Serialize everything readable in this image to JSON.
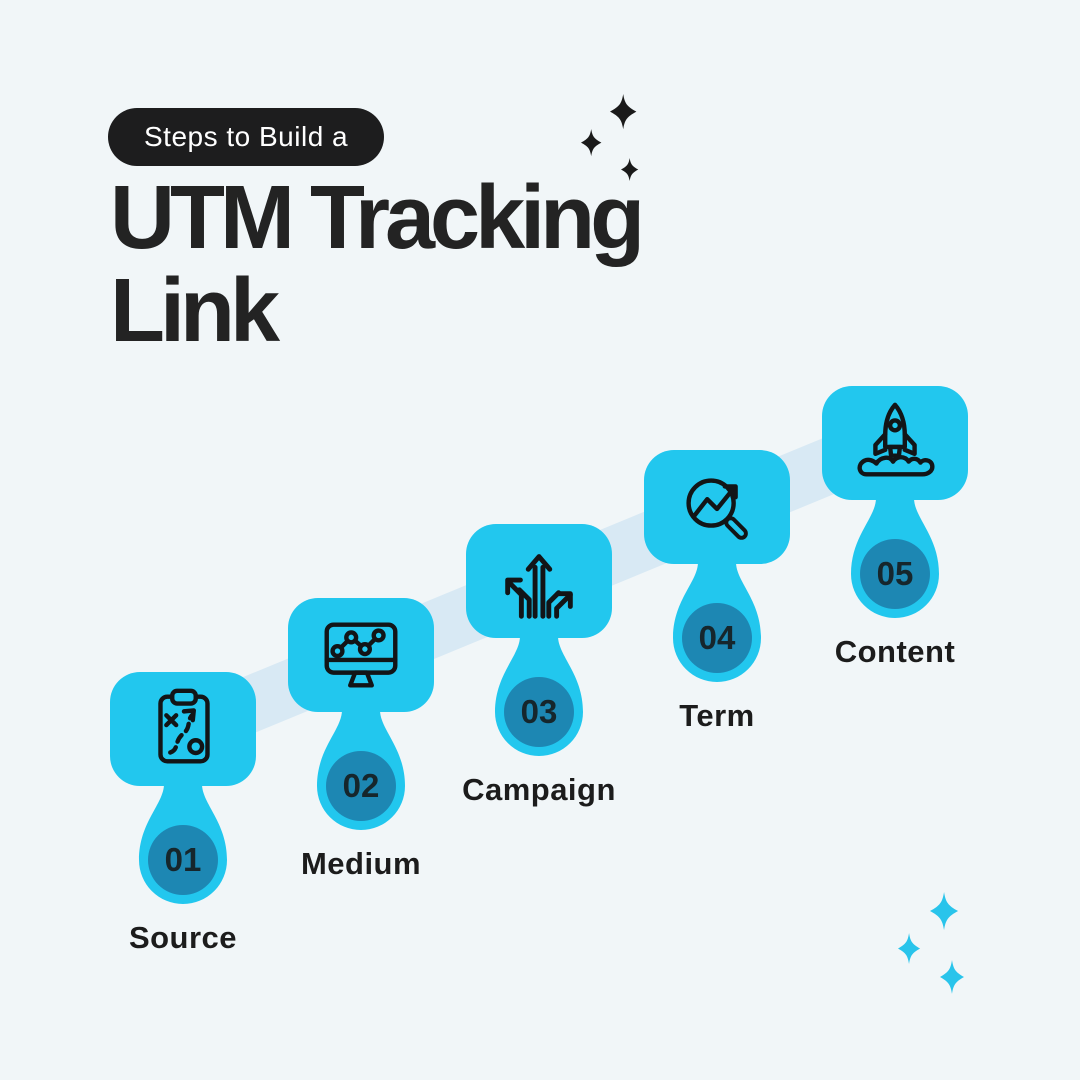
{
  "badge": {
    "label": "Steps to Build a"
  },
  "title": {
    "line1": "UTM Tracking",
    "line2": "Link"
  },
  "steps": [
    {
      "number": "01",
      "label": "Source",
      "icon": "strategy-clipboard-icon"
    },
    {
      "number": "02",
      "label": "Medium",
      "icon": "monitor-analytics-icon"
    },
    {
      "number": "03",
      "label": "Campaign",
      "icon": "diverging-arrows-icon"
    },
    {
      "number": "04",
      "label": "Term",
      "icon": "search-trends-icon"
    },
    {
      "number": "05",
      "label": "Content",
      "icon": "rocket-launch-icon"
    }
  ],
  "decorations": {
    "top_sparkles": "black-sparkle-cluster",
    "bottom_sparkles": "cyan-sparkle-cluster"
  },
  "colors": {
    "background": "#F1F6F8",
    "accent_cyan": "#22C7EE",
    "number_circle_fill": "#1D87B3",
    "connector_band": "#D8E9F4",
    "badge_background": "#1D1D1E",
    "badge_text": "#FFFFFF",
    "text_dark": "#232323",
    "icon_stroke": "#121517",
    "sparkle_black": "#1A1A1A",
    "sparkle_cyan": "#29C4EB"
  }
}
